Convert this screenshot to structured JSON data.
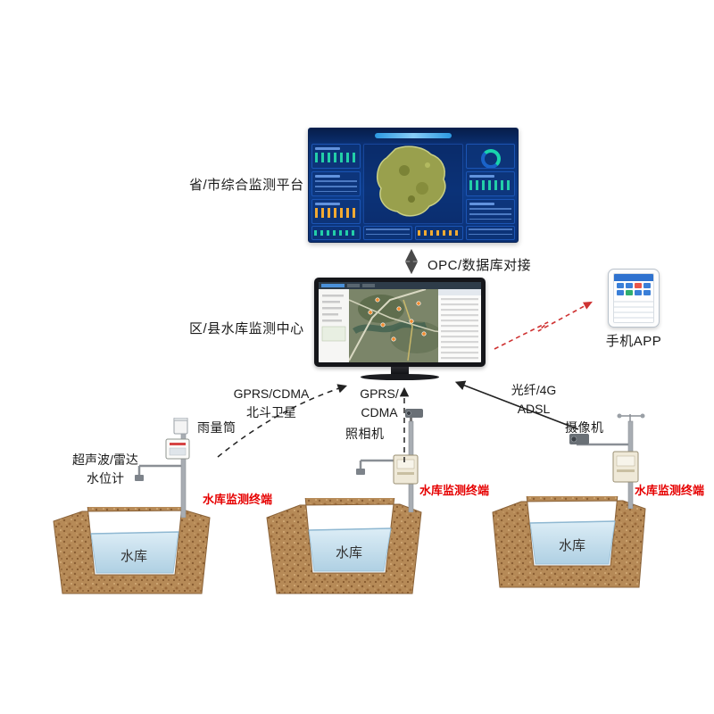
{
  "platform": {
    "label": "省/市综合监测平台"
  },
  "opc_link": {
    "label": "OPC/数据库对接"
  },
  "monitor_center": {
    "label": "区/县水库监测中心"
  },
  "phone": {
    "label": "手机APP"
  },
  "uplinks": {
    "left": {
      "line1": "GPRS/CDMA",
      "line2": "北斗卫星"
    },
    "middle": {
      "line1": "GPRS/",
      "line2": "CDMA"
    },
    "right": {
      "line1": "光纤/4G",
      "line2": "ADSL"
    }
  },
  "stations": {
    "left": {
      "sensor_line1": "超声波/雷达",
      "sensor_line2": "水位计",
      "rain_gauge_label": "雨量筒",
      "terminal_label": "水库监测终端",
      "reservoir_label": "水库"
    },
    "middle": {
      "camera_label": "照相机",
      "terminal_label": "水库监测终端",
      "reservoir_label": "水库"
    },
    "right": {
      "camera_label": "摄像机",
      "terminal_label": "水库监测终端",
      "reservoir_label": "水库"
    }
  },
  "colors": {
    "terminal_label": "#e60000",
    "link_arrow_red": "#cf3333",
    "arrow_dark": "#222222"
  }
}
